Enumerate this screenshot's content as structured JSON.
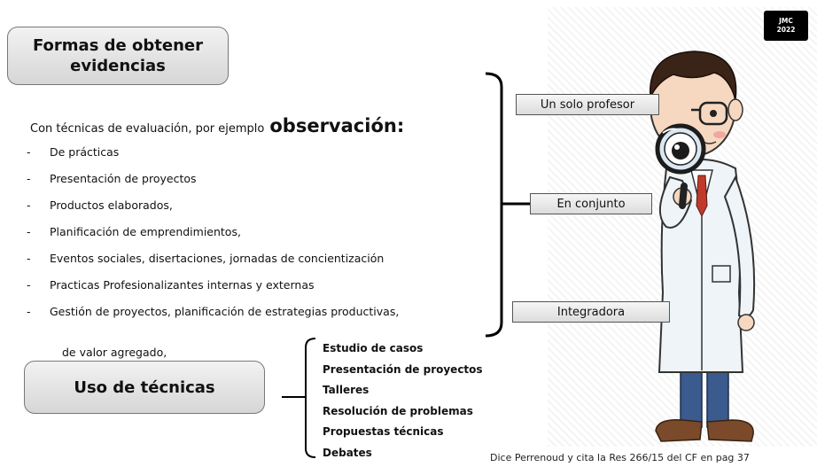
{
  "title": "Formas de obtener evidencias",
  "intro": {
    "text": "Con técnicas de evaluación, por ejemplo",
    "emphasis": "observación:"
  },
  "evidence_items": [
    "De prácticas",
    "Presentación de proyectos",
    "Productos elaborados,",
    "Planificación de emprendimientos,",
    "Eventos sociales, disertaciones, jornadas de concientización",
    "Practicas Profesionalizantes internas y externas",
    "Gestión de proyectos, planificación de estrategias productivas,"
  ],
  "continuation": "de valor agregado,",
  "techniques_box": "Uso de técnicas",
  "techniques": [
    "Estudio de casos",
    "Presentación de proyectos",
    "Talleres",
    "Resolución de problemas",
    "Propuestas técnicas",
    "Debates"
  ],
  "evaluators": [
    "Un solo profesor",
    "En conjunto",
    "Integradora"
  ],
  "badge": {
    "line1": "JMC",
    "line2": "2022"
  },
  "citation": "Dice Perrenoud y cita la Res 266/15 del CF en pag 37",
  "colors": {
    "box_fill": "#dcdcdc",
    "coat": "#eef4f8",
    "pants": "#3b5a8e",
    "shoes": "#7a4a2a",
    "hair": "#3a2418"
  }
}
